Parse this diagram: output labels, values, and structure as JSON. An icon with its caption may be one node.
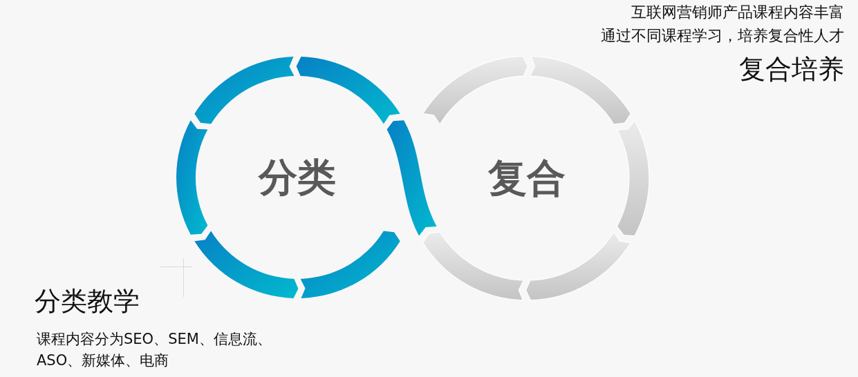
{
  "diagram": {
    "nodes": [
      {
        "text": [
          "分类"
        ],
        "beside": [
          "分类教学",
          "课程内容分为SEO、SEM、信息流、ASO、新媒体、电商"
        ]
      },
      {
        "text": [
          "复合"
        ],
        "beside": [
          "互联网营销师产品课程内容丰富",
          "通过不同课程学习，培养复合性人才",
          "复合培养"
        ]
      }
    ]
  }
}
